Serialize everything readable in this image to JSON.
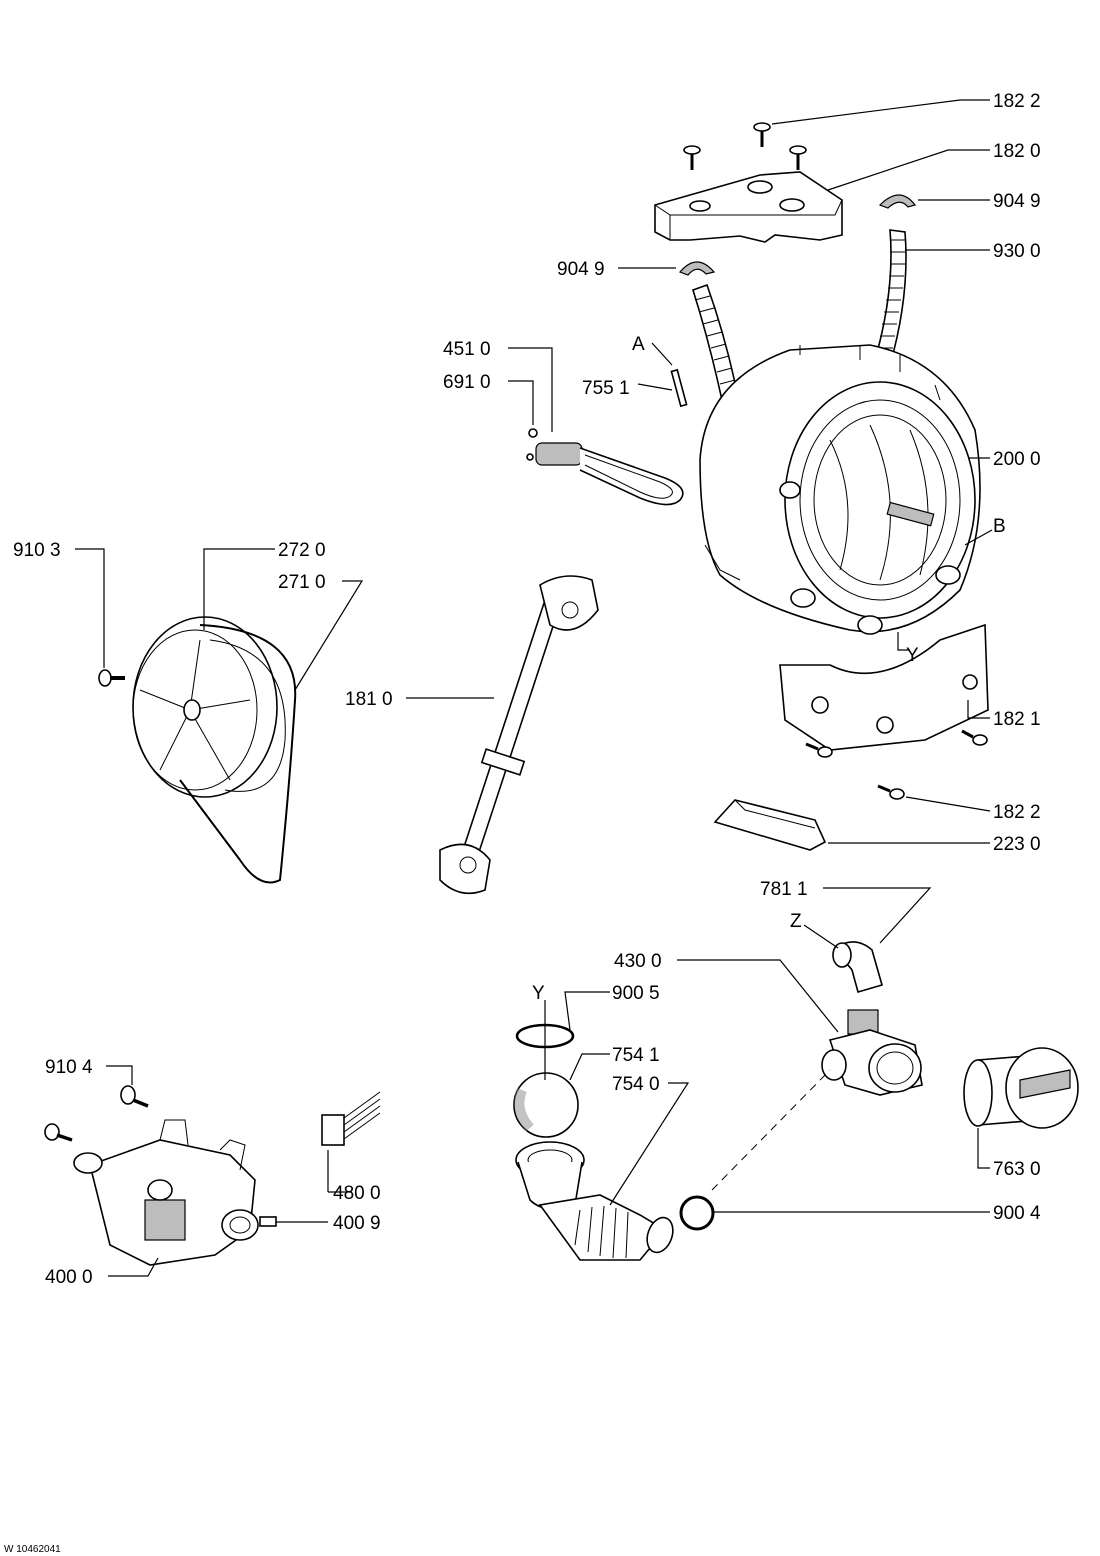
{
  "labels": {
    "l1822a": "182 2",
    "l1820": "182 0",
    "l9049r": "904 9",
    "l9049l": "904 9",
    "l9300": "930 0",
    "l4510": "451 0",
    "l6910": "691 0",
    "lA": "A",
    "l7551": "755 1",
    "l2000": "200 0",
    "lB": "B",
    "l9103": "910 3",
    "l2720": "272 0",
    "l2710": "271 0",
    "lY1": "Y",
    "l1810": "181 0",
    "l1821": "182 1",
    "l1822b": "182 2",
    "l2230": "223 0",
    "l7811": "781 1",
    "lZ": "Z",
    "l4300": "430 0",
    "lY2": "Y",
    "l9005": "900 5",
    "l7541": "754 1",
    "l7540": "754 0",
    "l9104": "910 4",
    "l4800": "480 0",
    "l4009": "400 9",
    "l4000": "400 0",
    "l7630": "763 0",
    "l9004": "900 4"
  },
  "footer_code": "W 10462041"
}
